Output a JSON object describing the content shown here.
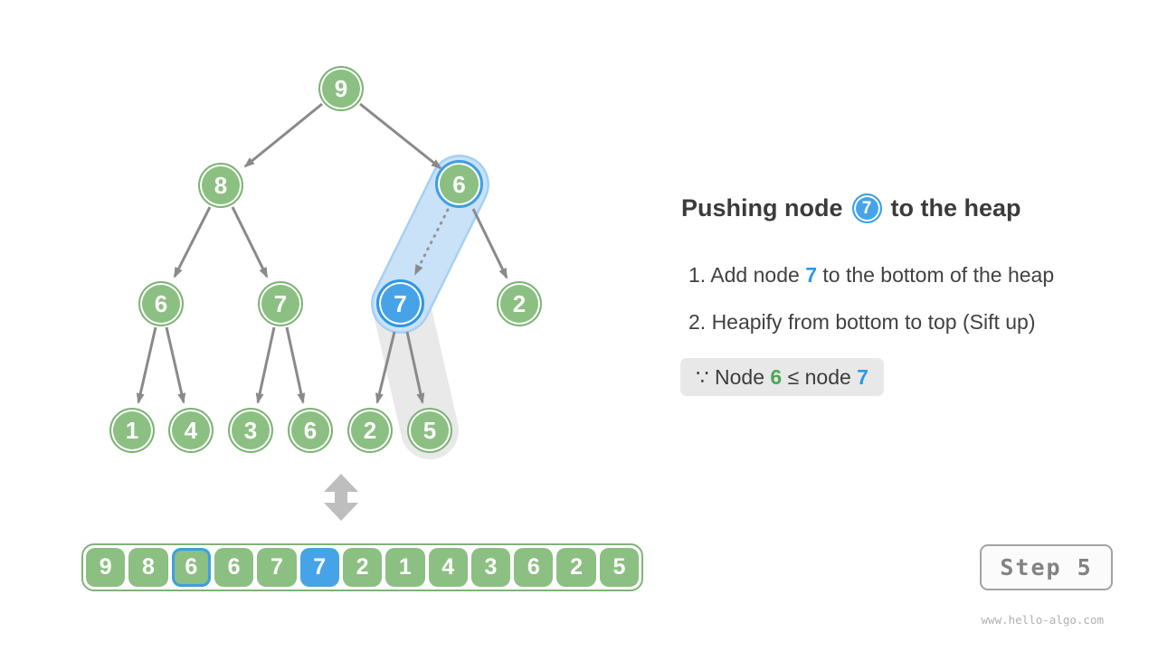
{
  "colors": {
    "node_green": "#8CBF82",
    "node_green_border": "#7DB476",
    "node_blue": "#47A3E8",
    "ring_blue": "#3E9EE5",
    "capsule_blue_fill": "#C9E2F7",
    "capsule_blue_border": "#A6D0F2",
    "capsule_gray": "#E9E9E9",
    "edge_gray": "#8A8A8A",
    "text_dark": "#3B3B3B",
    "green_text": "#4CA853",
    "blue_text": "#2B99E8"
  },
  "tree": {
    "nodes": [
      {
        "value": "9",
        "state": "normal"
      },
      {
        "value": "8",
        "state": "normal"
      },
      {
        "value": "6",
        "state": "highlight-ring"
      },
      {
        "value": "6",
        "state": "normal"
      },
      {
        "value": "7",
        "state": "normal"
      },
      {
        "value": "7",
        "state": "highlight-filled"
      },
      {
        "value": "2",
        "state": "normal"
      },
      {
        "value": "1",
        "state": "normal"
      },
      {
        "value": "4",
        "state": "normal"
      },
      {
        "value": "3",
        "state": "normal"
      },
      {
        "value": "6",
        "state": "normal"
      },
      {
        "value": "2",
        "state": "normal"
      },
      {
        "value": "5",
        "state": "normal"
      }
    ]
  },
  "panel": {
    "title": {
      "prefix": "Pushing node",
      "node_value": "7",
      "suffix": "to the heap"
    },
    "steps": [
      {
        "pre": "1. Add node ",
        "highlight": "7",
        "post": " to the bottom of the heap"
      },
      {
        "pre": "2. Heapify from bottom to top (Sift up)",
        "highlight": "",
        "post": ""
      }
    ],
    "because": {
      "prefix": "∵ Node ",
      "green_value": "6",
      "middle": " ≤ node ",
      "blue_value": "7"
    }
  },
  "array": {
    "values": [
      "9",
      "8",
      "6",
      "6",
      "7",
      "7",
      "2",
      "1",
      "4",
      "3",
      "6",
      "2",
      "5"
    ],
    "outlined_index": 2,
    "filled_index": 5
  },
  "step_badge": {
    "label": "Step 5"
  },
  "footer": {
    "url": "www.hello-algo.com"
  }
}
